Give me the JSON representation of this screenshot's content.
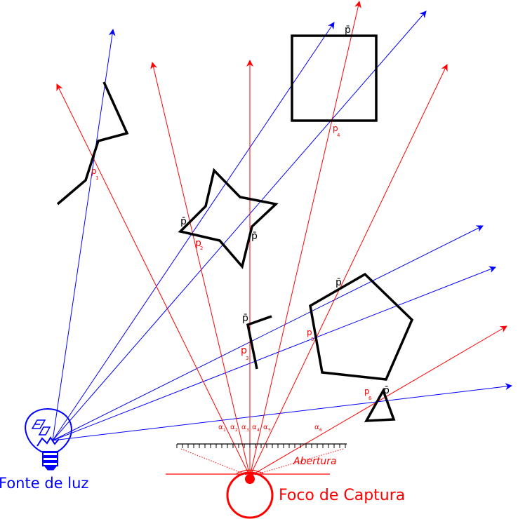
{
  "colors": {
    "red": "#ff0000",
    "blue": "#0000ff",
    "black": "#000000"
  },
  "labels": {
    "light_source": "Fonte de luz",
    "capture_focus": "Foco de Captura",
    "aperture": "Abertura",
    "pbar": "p̄",
    "p": "p",
    "alpha": "α",
    "sub1": "1",
    "sub2": "2",
    "sub3": "3",
    "sub4": "4",
    "sub5": "5",
    "sub6": "6"
  },
  "icons": {
    "light": "light-bulb-icon",
    "focus": "camera-focus-icon"
  }
}
